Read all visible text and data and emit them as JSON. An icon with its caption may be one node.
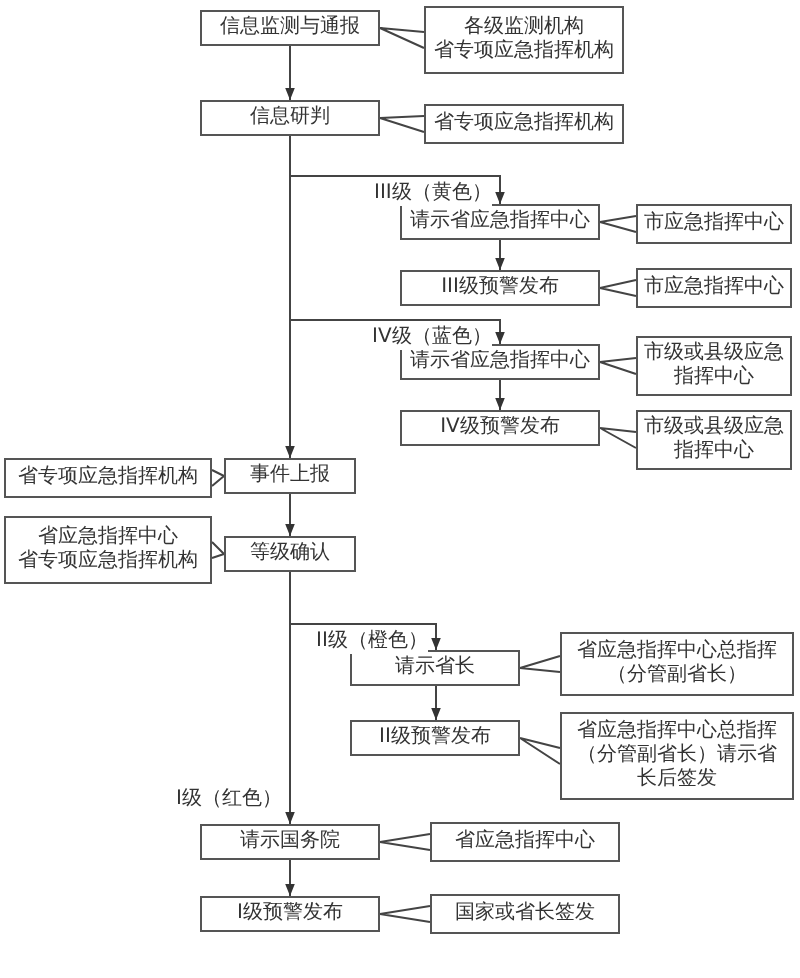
{
  "diagram": {
    "nodes": [
      {
        "text": [
          "信息监测与通报"
        ]
      },
      {
        "text": [
          "各级监测机构",
          "省专项应急指挥机构"
        ]
      },
      {
        "text": [
          "信息研判"
        ]
      },
      {
        "text": [
          "省专项应急指挥机构"
        ]
      },
      {
        "text": [
          "请示省应急指挥中心"
        ]
      },
      {
        "text": [
          "市应急指挥中心"
        ]
      },
      {
        "text": [
          "III级预警发布"
        ]
      },
      {
        "text": [
          "市应急指挥中心"
        ]
      },
      {
        "text": [
          "请示省应急指挥中心"
        ]
      },
      {
        "text": [
          "市级或县级应急指挥中心"
        ]
      },
      {
        "text": [
          "IV级预警发布"
        ]
      },
      {
        "text": [
          "市级或县级应急指挥中心"
        ]
      },
      {
        "text": [
          "省专项应急指挥机构"
        ]
      },
      {
        "text": [
          "事件上报"
        ]
      },
      {
        "text": [
          "省应急指挥中心",
          "省专项应急指挥机构"
        ]
      },
      {
        "text": [
          "等级确认"
        ]
      },
      {
        "text": [
          "请示省长"
        ]
      },
      {
        "text": [
          "省应急指挥中心总指挥（分管副省长）"
        ]
      },
      {
        "text": [
          "II级预警发布"
        ]
      },
      {
        "text": [
          "省应急指挥中心总指挥（分管副省长）请示省长后签发"
        ]
      },
      {
        "text": [
          "请示国务院"
        ]
      },
      {
        "text": [
          "省应急指挥中心"
        ]
      },
      {
        "text": [
          "I级预警发布"
        ]
      },
      {
        "text": [
          "国家或省长签发"
        ]
      }
    ],
    "edges": [
      {
        "from": 0,
        "to": 2,
        "arrow": "to"
      },
      {
        "from": 0,
        "to": 1,
        "arrow": "none"
      },
      {
        "from": 2,
        "to": 3,
        "arrow": "none"
      },
      {
        "from": 2,
        "to": 4,
        "arrow": "to",
        "label": "III级（黄色）"
      },
      {
        "from": 4,
        "to": 5,
        "arrow": "none"
      },
      {
        "from": 4,
        "to": 6,
        "arrow": "to"
      },
      {
        "from": 6,
        "to": 7,
        "arrow": "none"
      },
      {
        "from": 2,
        "to": 8,
        "arrow": "to",
        "label": "IV级（蓝色）"
      },
      {
        "from": 8,
        "to": 9,
        "arrow": "none"
      },
      {
        "from": 8,
        "to": 10,
        "arrow": "to"
      },
      {
        "from": 10,
        "to": 11,
        "arrow": "none"
      },
      {
        "from": 2,
        "to": 13,
        "arrow": "to"
      },
      {
        "from": 13,
        "to": 12,
        "arrow": "none"
      },
      {
        "from": 13,
        "to": 15,
        "arrow": "to"
      },
      {
        "from": 15,
        "to": 14,
        "arrow": "none"
      },
      {
        "from": 15,
        "to": 16,
        "arrow": "to",
        "label": "II级（橙色）"
      },
      {
        "from": 16,
        "to": 17,
        "arrow": "none"
      },
      {
        "from": 16,
        "to": 18,
        "arrow": "to"
      },
      {
        "from": 18,
        "to": 19,
        "arrow": "none"
      },
      {
        "from": 15,
        "to": 20,
        "arrow": "to",
        "label": "I级（红色）"
      },
      {
        "from": 20,
        "to": 21,
        "arrow": "none"
      },
      {
        "from": 20,
        "to": 22,
        "arrow": "to"
      },
      {
        "from": 22,
        "to": 23,
        "arrow": "none"
      }
    ]
  }
}
